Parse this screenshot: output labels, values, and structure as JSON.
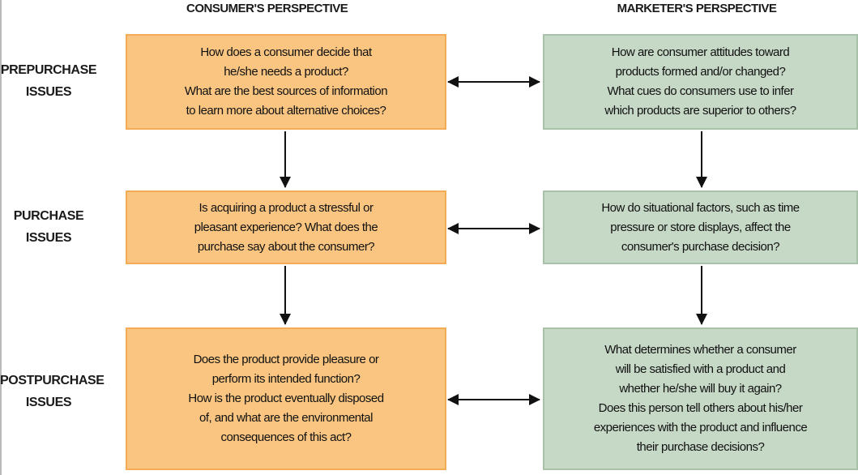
{
  "columns": {
    "consumer": "CONSUMER'S PERSPECTIVE",
    "marketer": "MARKETER'S PERSPECTIVE"
  },
  "rows": [
    {
      "line1": "PREPURCHASE",
      "line2": "ISSUES"
    },
    {
      "line1": "PURCHASE",
      "line2": "ISSUES"
    },
    {
      "line1": "POSTPURCHASE",
      "line2": "ISSUES"
    }
  ],
  "consumer_boxes": [
    [
      "How does a consumer decide that",
      "he/she needs a product?",
      "What are the best sources of information",
      "to learn more about alternative choices?"
    ],
    [
      "Is acquiring a product a stressful or",
      "pleasant experience? What does the",
      "purchase say about the consumer?"
    ],
    [
      "Does the product provide pleasure or",
      "perform its intended function?",
      "How is the product eventually disposed",
      "of, and what are the environmental",
      "consequences of this act?"
    ]
  ],
  "marketer_boxes": [
    [
      "How are consumer attitudes toward",
      "products formed and/or changed?",
      "What cues do consumers use to infer",
      "which products are superior to others?"
    ],
    [
      "How do situational factors, such as time",
      "pressure or store displays, affect the",
      "consumer's purchase decision?"
    ],
    [
      "What determines whether a consumer",
      "will be satisfied with a product and",
      "whether he/she will buy it again?",
      "Does this person tell others about his/her",
      "experiences with the product and influence",
      "their purchase decisions?"
    ]
  ],
  "colors": {
    "consumer_fill": "#fac581",
    "marketer_fill": "#c6d8c6",
    "arrow": "#111111"
  }
}
